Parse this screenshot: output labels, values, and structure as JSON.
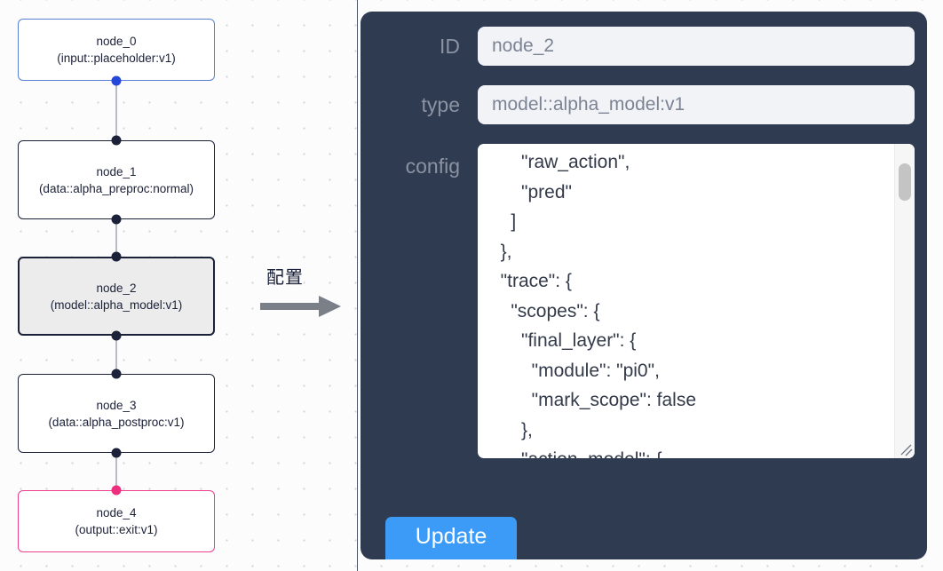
{
  "graph": {
    "nodes": [
      {
        "id": "node_0",
        "type_line": "(input::placeholder:v1)",
        "variant": "input"
      },
      {
        "id": "node_1",
        "type_line": "(data::alpha_preproc:normal)",
        "variant": "default"
      },
      {
        "id": "node_2",
        "type_line": "(model::alpha_model:v1)",
        "variant": "selected"
      },
      {
        "id": "node_3",
        "type_line": "(data::alpha_postproc:v1)",
        "variant": "default"
      },
      {
        "id": "node_4",
        "type_line": "(output::exit:v1)",
        "variant": "output"
      }
    ],
    "colors": {
      "input_border": "#5b7fd4",
      "output_border": "#ec3f8c",
      "default_border": "#1b2138",
      "selected_fill": "#ececec",
      "edge": "#b9bcc2",
      "port": "#1b2138",
      "port_input": "#2548d8",
      "port_output": "#ee2f80"
    }
  },
  "annotation": {
    "caption": "配置",
    "arrow_icon": "right-arrow-icon",
    "arrow_color": "#7a7f88"
  },
  "panel": {
    "background": "#2f3b50",
    "fields": [
      {
        "label": "ID",
        "value": "node_2"
      },
      {
        "label": "type",
        "value": "model::alpha_model:v1"
      }
    ],
    "config": {
      "label": "config",
      "value": "      \"raw_action\",\n      \"pred\"\n    ]\n  },\n  \"trace\": {\n    \"scopes\": {\n      \"final_layer\": {\n        \"module\": \"pi0\",\n        \"mark_scope\": false\n      },\n      \"action_model\": {"
    },
    "update_button": {
      "label": "Update",
      "color": "#3b9bf7"
    }
  }
}
